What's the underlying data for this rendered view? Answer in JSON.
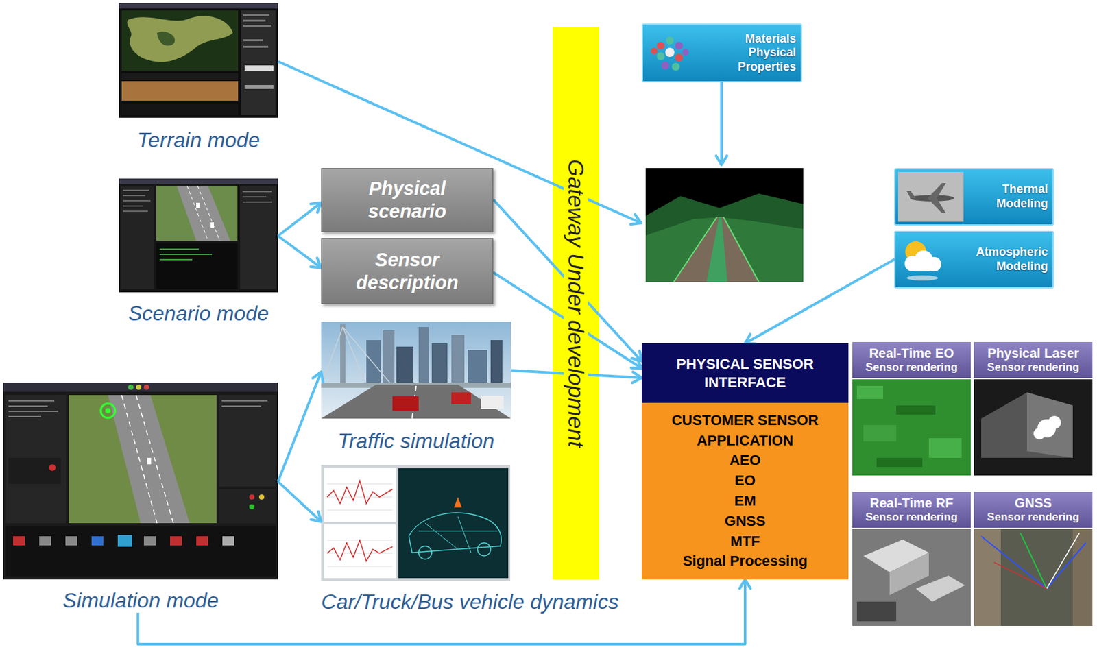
{
  "diagram": {
    "nodes": [
      {
        "text": [
          "Terrain mode"
        ]
      },
      {
        "text": [
          "Scenario mode"
        ]
      },
      {
        "text": [
          "Physical scenario"
        ]
      },
      {
        "text": [
          "Sensor description"
        ]
      },
      {
        "text": [
          "Simulation mode"
        ]
      },
      {
        "text": [
          "Traffic simulation"
        ]
      },
      {
        "text": [
          "Car/Truck/Bus vehicle dynamics"
        ]
      },
      {
        "text": [
          "Gateway Under development"
        ]
      },
      {
        "text": [
          "Materials Physical Properties"
        ]
      },
      {
        "text": [
          "Thermal Modeling"
        ]
      },
      {
        "text": [
          "Atmospheric Modeling"
        ]
      },
      {
        "text": [
          "PHYSICAL SENSOR INTERFACE"
        ]
      },
      {
        "text": [
          "CUSTOMER SENSOR APPLICATION",
          "AEO",
          "EO",
          "EM",
          "GNSS",
          "MTF",
          "Signal Processing"
        ]
      },
      {
        "text": [
          "Real-Time EO",
          "Sensor rendering"
        ]
      },
      {
        "text": [
          "Physical Laser",
          "Sensor rendering"
        ]
      },
      {
        "text": [
          "Real-Time RF",
          "Sensor rendering"
        ]
      },
      {
        "text": [
          "GNSS",
          "Sensor rendering"
        ]
      }
    ],
    "edges": [
      {
        "from": 1,
        "to": 2,
        "arrow": "to"
      },
      {
        "from": 1,
        "to": 3,
        "arrow": "to"
      },
      {
        "from": 2,
        "to": 11,
        "arrow": "to"
      },
      {
        "from": 3,
        "to": 11,
        "arrow": "to"
      },
      {
        "from": 5,
        "to": 11,
        "arrow": "to"
      },
      {
        "from": 10,
        "to": 11,
        "arrow": "to"
      },
      {
        "from": 4,
        "to": 5,
        "arrow": "to"
      },
      {
        "from": 4,
        "to": 6,
        "arrow": "to"
      },
      {
        "from": 4,
        "to": 12,
        "arrow": "to"
      }
    ]
  }
}
